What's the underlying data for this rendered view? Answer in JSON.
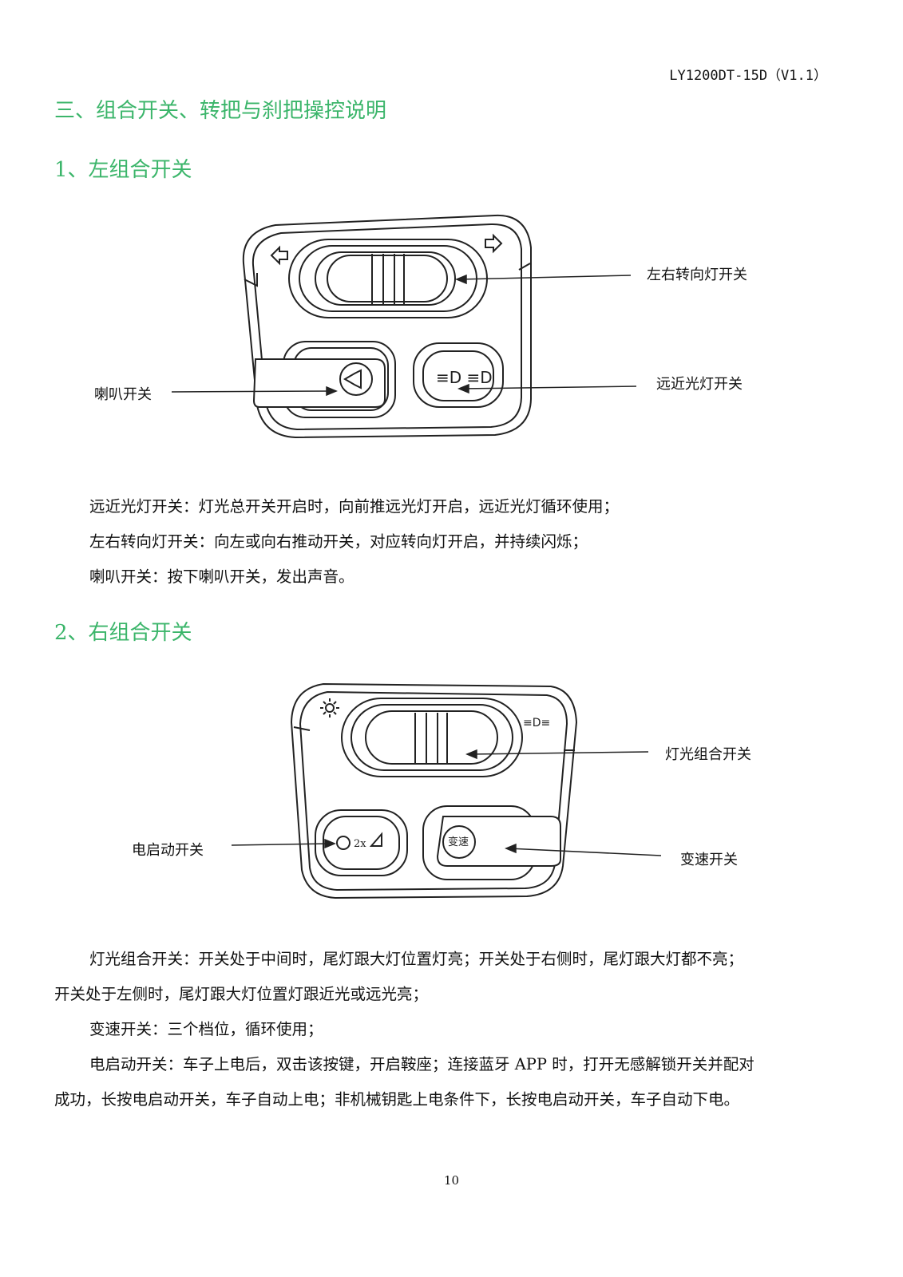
{
  "header": {
    "doc_code": "LY1200DT-15D（V1.1）"
  },
  "section": {
    "title": "三、组合开关、转把与刹把操控说明"
  },
  "left_switch": {
    "title": "1、左组合开关",
    "labels": {
      "turn_signal": "左右转向灯开关",
      "horn": "喇叭开关",
      "beam": "远近光灯开关"
    },
    "paragraphs": [
      "远近光灯开关：灯光总开关开启时，向前推远光灯开启，远近光灯循环使用；",
      "左右转向灯开关：向左或向右推动开关，对应转向灯开启，并持续闪烁；",
      "喇叭开关：按下喇叭开关，发出声音。"
    ]
  },
  "right_switch": {
    "title": "2、右组合开关",
    "labels": {
      "light_combo": "灯光组合开关",
      "start": "电启动开关",
      "speed": "变速开关"
    },
    "button_text": {
      "start": "2x",
      "speed": "变速"
    },
    "paragraphs": {
      "light_1": "灯光组合开关：开关处于中间时，尾灯跟大灯位置灯亮；开关处于右侧时，尾灯跟大灯都不亮；",
      "light_2": "开关处于左侧时，尾灯跟大灯位置灯跟近光或远光亮；",
      "speed": "变速开关：三个档位，循环使用；",
      "start_1": "电启动开关：车子上电后，双击该按键，开启鞍座；连接蓝牙 APP 时，打开无感解锁开关并配对",
      "start_2": "成功，长按电启动开关，车子自动上电；非机械钥匙上电条件下，长按电启动开关，车子自动下电。"
    }
  },
  "footer": {
    "page_number": "10"
  }
}
